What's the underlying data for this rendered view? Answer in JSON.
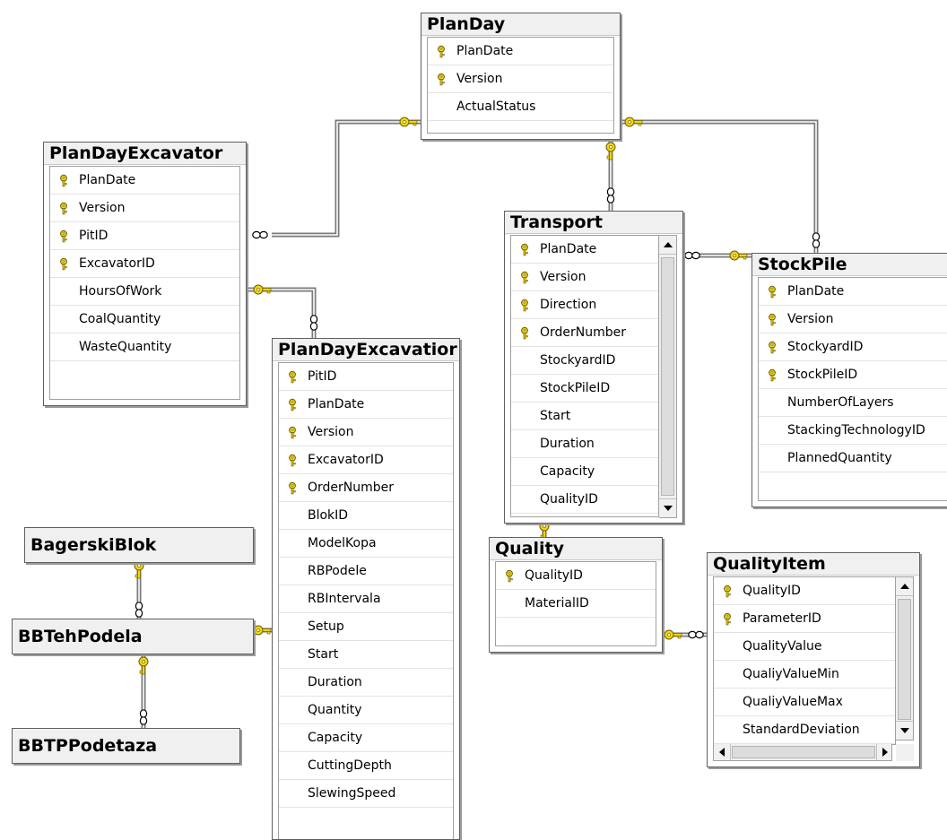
{
  "colors": {
    "key": "#f2d60c",
    "key_stroke": "#6d5d00",
    "line": "#7a7a7a",
    "header_bg": "#f0f0f0",
    "border": "#5f5f5f"
  },
  "icons": {
    "primary_key": "key-icon",
    "one_end": "key-icon",
    "many_end": "infinity-icon"
  },
  "tables": {
    "planday": {
      "title": "PlanDay",
      "columns": [
        {
          "name": "PlanDate",
          "pk": true
        },
        {
          "name": "Version",
          "pk": true
        },
        {
          "name": "ActualStatus",
          "pk": false
        }
      ]
    },
    "plandayexcavator": {
      "title": "PlanDayExcavator",
      "columns": [
        {
          "name": "PlanDate",
          "pk": true
        },
        {
          "name": "Version",
          "pk": true
        },
        {
          "name": "PitID",
          "pk": true
        },
        {
          "name": "ExcavatorID",
          "pk": true
        },
        {
          "name": "HoursOfWork",
          "pk": false
        },
        {
          "name": "CoalQuantity",
          "pk": false
        },
        {
          "name": "WasteQuantity",
          "pk": false
        }
      ]
    },
    "transport": {
      "title": "Transport",
      "columns": [
        {
          "name": "PlanDate",
          "pk": true
        },
        {
          "name": "Version",
          "pk": true
        },
        {
          "name": "Direction",
          "pk": true
        },
        {
          "name": "OrderNumber",
          "pk": true
        },
        {
          "name": "StockyardID",
          "pk": false
        },
        {
          "name": "StockPileID",
          "pk": false
        },
        {
          "name": "Start",
          "pk": false
        },
        {
          "name": "Duration",
          "pk": false
        },
        {
          "name": "Capacity",
          "pk": false
        },
        {
          "name": "QualityID",
          "pk": false
        }
      ]
    },
    "stockpile": {
      "title": "StockPile",
      "columns": [
        {
          "name": "PlanDate",
          "pk": true
        },
        {
          "name": "Version",
          "pk": true
        },
        {
          "name": "StockyardID",
          "pk": true
        },
        {
          "name": "StockPileID",
          "pk": true
        },
        {
          "name": "NumberOfLayers",
          "pk": false
        },
        {
          "name": "StackingTechnologyID",
          "pk": false
        },
        {
          "name": "PlannedQuantity",
          "pk": false
        }
      ]
    },
    "plandayexcavation": {
      "title": "PlanDayExcavatior",
      "columns": [
        {
          "name": "PitID",
          "pk": true
        },
        {
          "name": "PlanDate",
          "pk": true
        },
        {
          "name": "Version",
          "pk": true
        },
        {
          "name": "ExcavatorID",
          "pk": true
        },
        {
          "name": "OrderNumber",
          "pk": true
        },
        {
          "name": "BlokID",
          "pk": false
        },
        {
          "name": "ModelKopa",
          "pk": false
        },
        {
          "name": "RBPodele",
          "pk": false
        },
        {
          "name": "RBIntervala",
          "pk": false
        },
        {
          "name": "Setup",
          "pk": false
        },
        {
          "name": "Start",
          "pk": false
        },
        {
          "name": "Duration",
          "pk": false
        },
        {
          "name": "Quantity",
          "pk": false
        },
        {
          "name": "Capacity",
          "pk": false
        },
        {
          "name": "CuttingDepth",
          "pk": false
        },
        {
          "name": "SlewingSpeed",
          "pk": false
        }
      ]
    },
    "quality": {
      "title": "Quality",
      "columns": [
        {
          "name": "QualityID",
          "pk": true
        },
        {
          "name": "MaterialID",
          "pk": false
        }
      ]
    },
    "qualityitem": {
      "title": "QualityItem",
      "columns": [
        {
          "name": "QualityID",
          "pk": true
        },
        {
          "name": "ParameterID",
          "pk": true
        },
        {
          "name": "QualityValue",
          "pk": false
        },
        {
          "name": "QualiyValueMin",
          "pk": false
        },
        {
          "name": "QualiyValueMax",
          "pk": false
        },
        {
          "name": "StandardDeviation",
          "pk": false
        }
      ]
    },
    "bagerskiblok": {
      "title": "BagerskiBlok",
      "columns": []
    },
    "bbtehpodela": {
      "title": "BBTehPodela",
      "columns": []
    },
    "bbtppodetaza": {
      "title": "BBTPPodetaza",
      "columns": []
    }
  },
  "relationships": [
    {
      "one": "planday",
      "many": "plandayexcavator"
    },
    {
      "one": "planday",
      "many": "transport"
    },
    {
      "one": "planday",
      "many": "stockpile"
    },
    {
      "one": "stockpile",
      "many": "transport"
    },
    {
      "one": "plandayexcavator",
      "many": "plandayexcavation"
    },
    {
      "one": "bbtehpodela",
      "many": "plandayexcavation"
    },
    {
      "one": "bagerskiblok",
      "many": "bbtehpodela"
    },
    {
      "one": "bbtehpodela",
      "many": "bbtppodetaza"
    },
    {
      "one": "transport",
      "many": "quality"
    },
    {
      "one": "qualityitem",
      "many": "quality"
    }
  ]
}
